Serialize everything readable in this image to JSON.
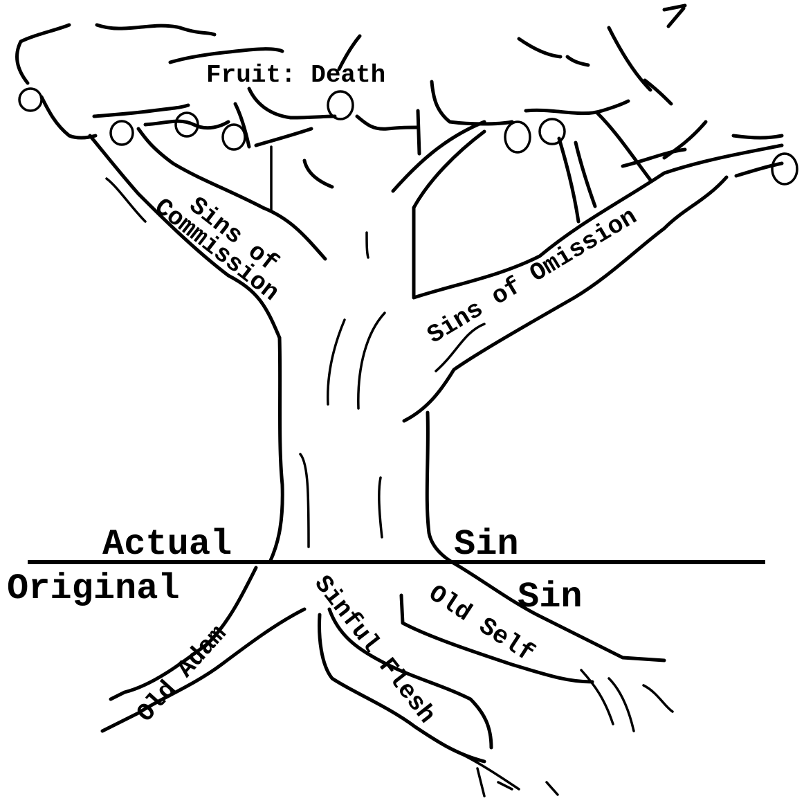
{
  "diagram": {
    "labels": {
      "fruit": "Fruit: Death",
      "sins_commission_line1": "Sins of",
      "sins_commission_line2": "Commission",
      "sins_omission": "Sins of Omission",
      "actual": "Actual",
      "sin_upper": "Sin",
      "original": "Original",
      "sin_lower": "Sin",
      "old_adam": "Old Adam",
      "sinful_flesh": "Sinful Flesh",
      "old_self": "Old Self"
    },
    "colors": {
      "ink": "#000000",
      "paper": "#ffffff"
    }
  }
}
